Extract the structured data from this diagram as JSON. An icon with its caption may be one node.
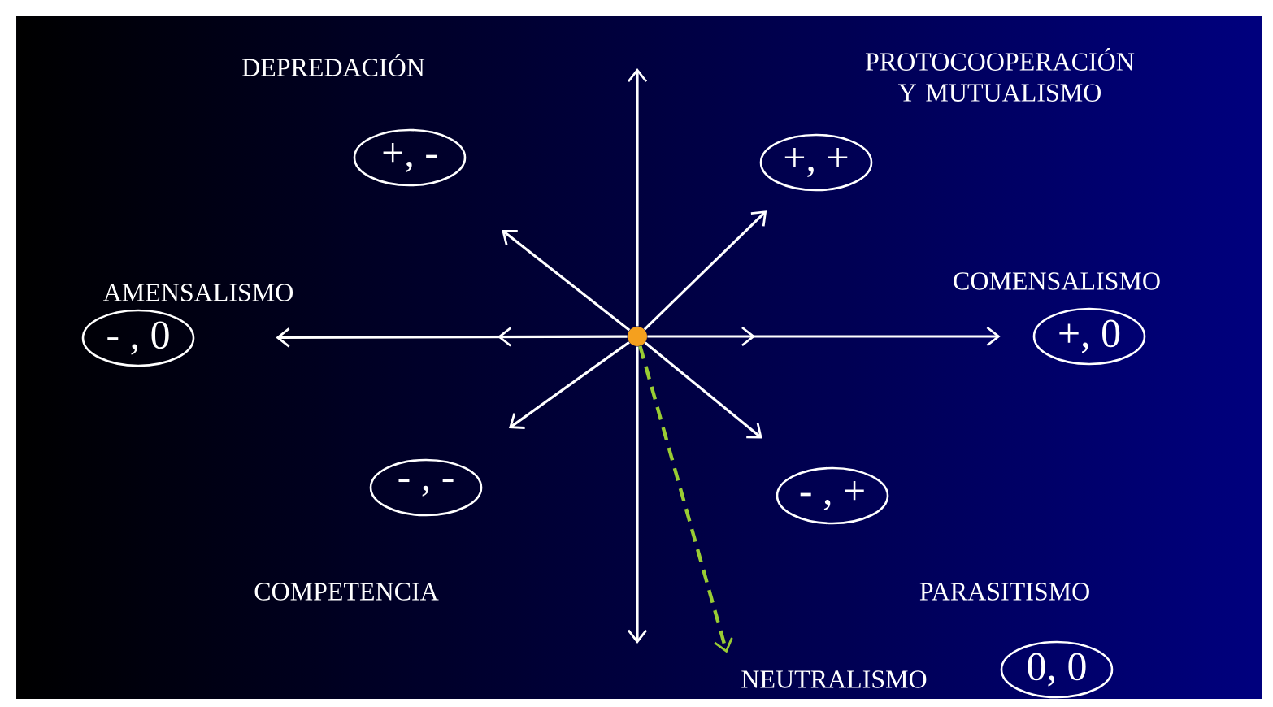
{
  "diagram": {
    "nodes": [
      {
        "text": [],
        "shape": "circle"
      },
      {
        "text": [
          "DEPREDACIÓN",
          "+, -"
        ]
      },
      {
        "text": [
          "PROTOCOOPERACIÓN Y MUTUALISMO",
          "+, +"
        ]
      },
      {
        "text": [
          "AMENSALISMO",
          "- , 0"
        ]
      },
      {
        "text": [
          "COMENSALISMO",
          "+, 0"
        ]
      },
      {
        "text": [
          "- , -",
          "COMPETENCIA"
        ]
      },
      {
        "text": [
          "- , +",
          "PARASITISMO"
        ]
      },
      {
        "text": [
          "NEUTRALISMO",
          "0, 0"
        ]
      }
    ],
    "edges": [
      {
        "from": 0,
        "to": null,
        "arrow": "to"
      },
      {
        "from": 0,
        "to": 1,
        "arrow": "to"
      },
      {
        "from": 0,
        "to": 2,
        "arrow": "to"
      },
      {
        "from": 0,
        "to": 3,
        "arrow": "to"
      },
      {
        "from": 0,
        "to": 4,
        "arrow": "to"
      },
      {
        "from": 0,
        "to": 5,
        "arrow": "to"
      },
      {
        "from": 0,
        "to": 6,
        "arrow": "to"
      },
      {
        "from": 0,
        "to": null,
        "arrow": "to"
      },
      {
        "from": 0,
        "to": 7,
        "arrow": "to",
        "style": "dashed",
        "color": "#99cc33"
      }
    ]
  }
}
